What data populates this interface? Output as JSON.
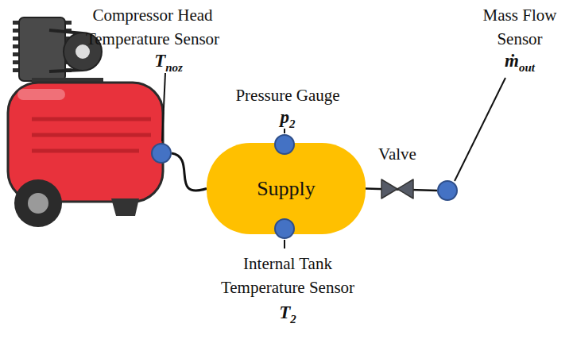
{
  "diagram": {
    "nodes": [
      {
        "text": [
          "Supply"
        ]
      },
      {
        "text": [
          "Compressor Head Temperature Sensor",
          "T",
          "noz"
        ]
      },
      {
        "text": [
          "Pressure Gauge",
          "p",
          "2"
        ]
      },
      {
        "text": [
          "Internal Tank Temperature Sensor",
          "T",
          "2"
        ]
      },
      {
        "text": [
          "Mass Flow Sensor",
          "ṁ",
          "out"
        ]
      }
    ],
    "edges": [
      {
        "from": 1,
        "to": 0,
        "arrow": "none"
      },
      {
        "from": 0,
        "to": 4,
        "arrow": "none"
      }
    ],
    "labels": [
      "Valve"
    ]
  }
}
